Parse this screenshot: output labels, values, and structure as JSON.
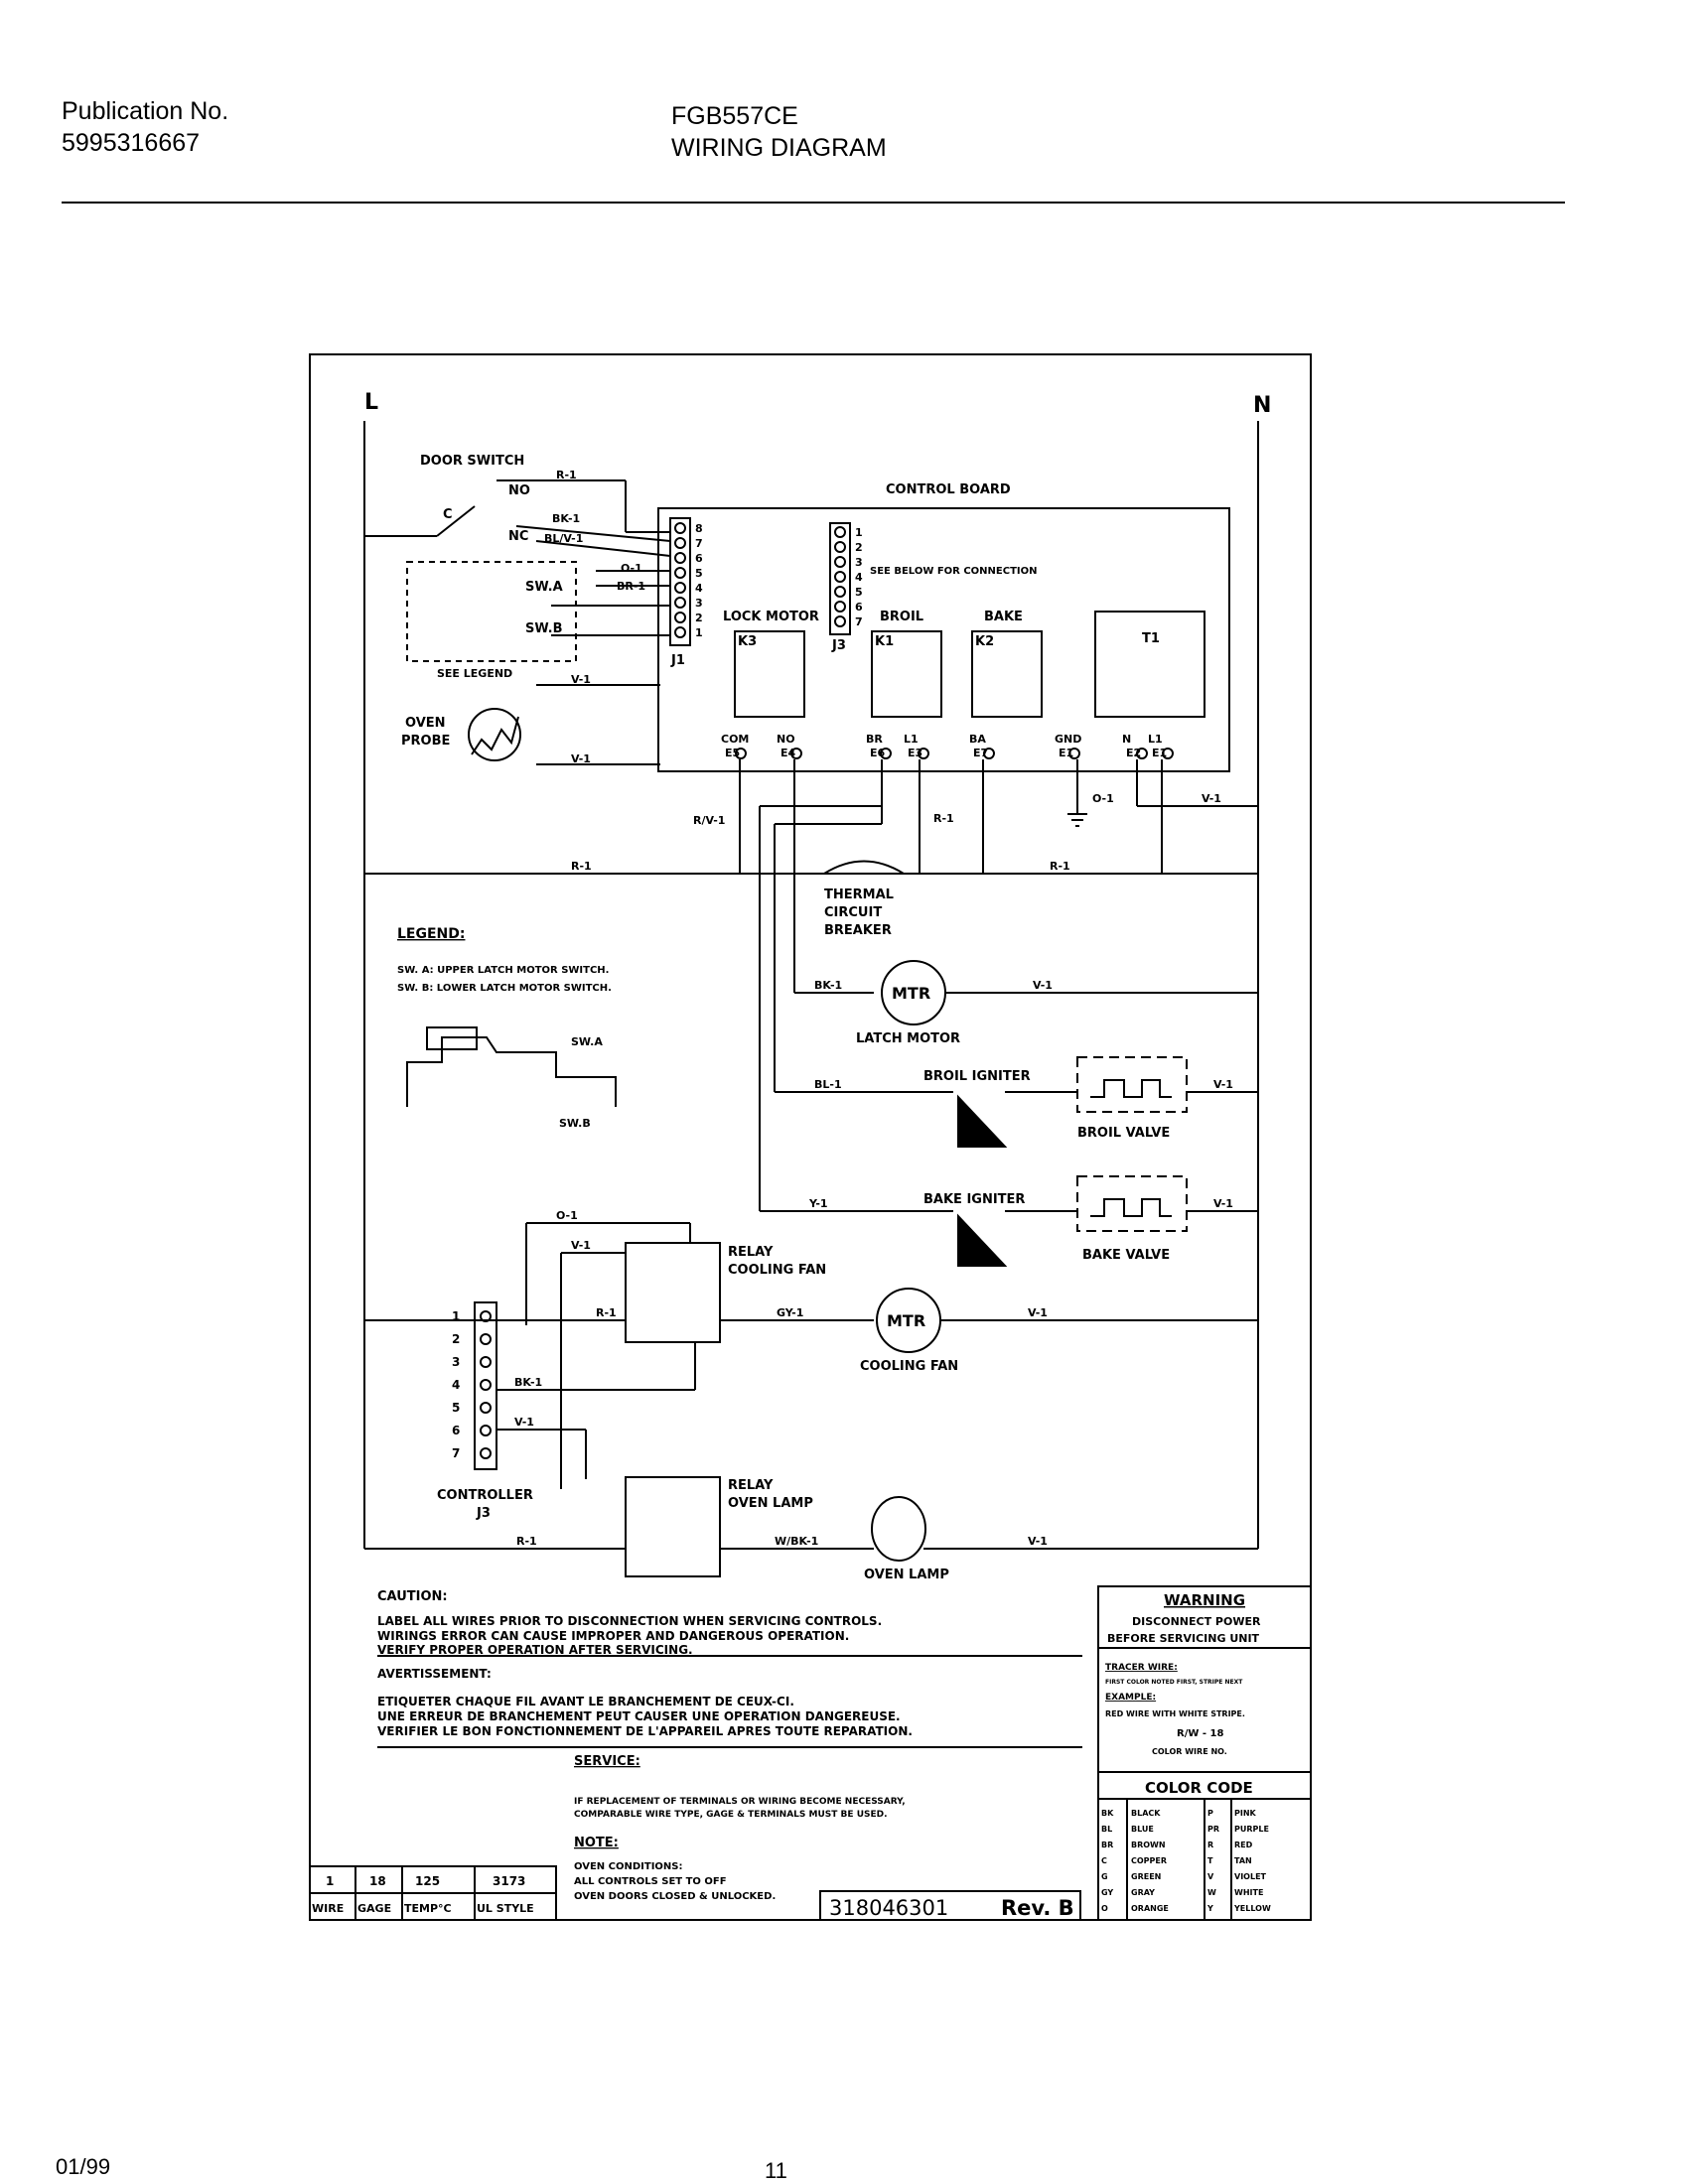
{
  "header": {
    "publication_label": "Publication No.",
    "publication_number": "5995316667",
    "model": "FGB557CE",
    "title": "WIRING DIAGRAM"
  },
  "footer": {
    "date": "01/99",
    "page": "11"
  },
  "diagram": {
    "line_L": "L",
    "line_N": "N",
    "door_switch": "DOOR SWITCH",
    "control_board": "CONTROL BOARD",
    "see_below": "SEE BELOW FOR CONNECTION",
    "see_legend": "SEE LEGEND",
    "oven_probe_1": "OVEN",
    "oven_probe_2": "PROBE",
    "lock_motor": "LOCK MOTOR",
    "broil": "BROIL",
    "bake": "BAKE",
    "k3": "K3",
    "k1": "K1",
    "k2": "K2",
    "t1": "T1",
    "j1": "J1",
    "j3": "J3",
    "j1_pins": [
      "8",
      "7",
      "6",
      "5",
      "4",
      "3",
      "2",
      "1"
    ],
    "j3_pins": [
      "1",
      "2",
      "3",
      "4",
      "5",
      "6",
      "7"
    ],
    "sw_a": "SW.A",
    "sw_b": "SW.B",
    "c": "C",
    "no": "NO",
    "nc": "NC",
    "terminals": [
      {
        "name": "COM",
        "code": "E5"
      },
      {
        "name": "NO",
        "code": "E4"
      },
      {
        "name": "BR",
        "code": "E6"
      },
      {
        "name": "L1",
        "code": "E3"
      },
      {
        "name": "BA",
        "code": "E7"
      },
      {
        "name": "GND",
        "code": "E1"
      },
      {
        "name": "N",
        "code": "E2"
      },
      {
        "name": "L1",
        "code": "E1"
      }
    ],
    "wires": {
      "r1": "R-1",
      "bk1": "BK-1",
      "blv1": "BL/V-1",
      "o1": "O-1",
      "br1": "BR-1",
      "v1": "V-1",
      "rv1": "R/V-1",
      "bl1": "BL-1",
      "y1": "Y-1",
      "gy1": "GY-1",
      "wbk1": "W/BK-1"
    },
    "thermal_1": "THERMAL",
    "thermal_2": "CIRCUIT",
    "thermal_3": "BREAKER",
    "mtr": "MTR",
    "latch_motor": "LATCH MOTOR",
    "broil_igniter": "BROIL IGNITER",
    "broil_valve": "BROIL VALVE",
    "bake_igniter": "BAKE IGNITER",
    "bake_valve": "BAKE VALVE",
    "relay_cooling_1": "RELAY",
    "relay_cooling_2": "COOLING FAN",
    "cooling_fan": "COOLING FAN",
    "relay_lamp_1": "RELAY",
    "relay_lamp_2": "OVEN LAMP",
    "oven_lamp": "OVEN LAMP",
    "controller": "CONTROLLER",
    "controller_pins": [
      "1",
      "2",
      "3",
      "4",
      "5",
      "6",
      "7"
    ],
    "legend_title": "LEGEND:",
    "legend_a": "SW. A:  UPPER LATCH MOTOR SWITCH.",
    "legend_b": "SW. B:  LOWER LATCH MOTOR SWITCH.",
    "legend_swa": "SW.A",
    "legend_swb": "SW.B"
  },
  "caution": {
    "title": "CAUTION:",
    "l1": "LABEL ALL WIRES PRIOR TO DISCONNECTION WHEN SERVICING CONTROLS.",
    "l2": "WIRINGS ERROR CAN CAUSE IMPROPER AND DANGEROUS OPERATION.",
    "l3": "VERIFY PROPER OPERATION AFTER SERVICING.",
    "avert": "AVERTISSEMENT:",
    "f1": "ETIQUETER CHAQUE FIL AVANT LE BRANCHEMENT DE CEUX-CI.",
    "f2": "UNE ERREUR DE BRANCHEMENT PEUT CAUSER UNE OPERATION DANGEREUSE.",
    "f3": "VERIFIER LE BON FONCTIONNEMENT DE L'APPAREIL APRES TOUTE REPARATION.",
    "service": "SERVICE:",
    "s1": "IF REPLACEMENT OF TERMINALS OR WIRING BECOME NECESSARY,",
    "s2": "COMPARABLE WIRE TYPE, GAGE & TERMINALS MUST BE USED.",
    "note": "NOTE:",
    "n1": "OVEN CONDITIONS:",
    "n2": "ALL CONTROLS SET TO OFF",
    "n3": "OVEN DOORS CLOSED & UNLOCKED."
  },
  "wire_table": {
    "values": [
      "1",
      "18",
      "125",
      "3173"
    ],
    "headers": [
      "WIRE",
      "GAGE",
      "TEMP°C",
      "UL STYLE"
    ]
  },
  "part": {
    "number": "318046301",
    "rev": "Rev. B"
  },
  "warning": {
    "title": "WARNING",
    "l1": "DISCONNECT POWER",
    "l2": "BEFORE SERVICING UNIT",
    "tracer": "TRACER WIRE:",
    "t1": "FIRST COLOR NOTED FIRST, STRIPE NEXT",
    "example": "EXAMPLE:",
    "e1": "RED WIRE WITH WHITE STRIPE.",
    "e2": "R/W - 18",
    "e3": "COLOR WIRE NO."
  },
  "color_code": {
    "title": "COLOR CODE",
    "rows": [
      [
        "BK",
        "BLACK",
        "P",
        "PINK"
      ],
      [
        "BL",
        "BLUE",
        "PR",
        "PURPLE"
      ],
      [
        "BR",
        "BROWN",
        "R",
        "RED"
      ],
      [
        "C",
        "COPPER",
        "T",
        "TAN"
      ],
      [
        "G",
        "GREEN",
        "V",
        "VIOLET"
      ],
      [
        "GY",
        "GRAY",
        "W",
        "WHITE"
      ],
      [
        "O",
        "ORANGE",
        "Y",
        "YELLOW"
      ]
    ]
  }
}
